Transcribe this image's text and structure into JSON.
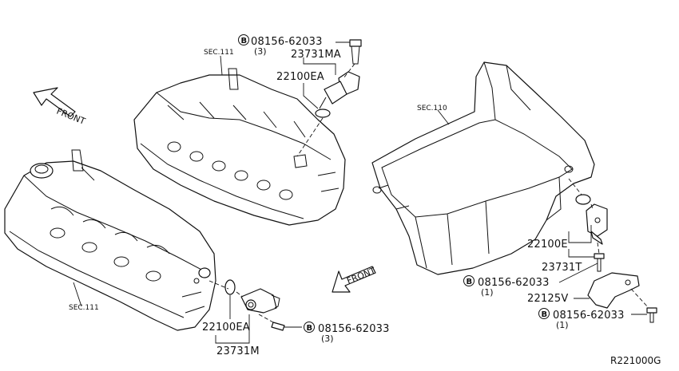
{
  "diagram_id": "R221000G",
  "front_arrows": [
    {
      "label": "FRONT"
    },
    {
      "label": "FRONT"
    }
  ],
  "section_refs": {
    "upper_head": "SEC.111",
    "lower_head": "SEC.111",
    "oil_pan": "SEC.110"
  },
  "callouts": {
    "top_bolt": {
      "marker": "B",
      "part": "08156-62033",
      "qty": "(3)"
    },
    "top_sensor": "23731MA",
    "top_oring_sensor": "22100EA",
    "bottom_sensor_group": "22100EA",
    "bottom_sensor": "23731M",
    "bottom_bolt": {
      "marker": "B",
      "part": "08156-62033",
      "qty": "(3)"
    },
    "right_sensor_group": "22100E",
    "right_sensor": "23731T",
    "right_bolt": {
      "marker": "B",
      "part": "08156-62033",
      "qty": "(1)"
    },
    "bracket": "22125V",
    "bracket_bolt": {
      "marker": "B",
      "part": "08156-62033",
      "qty": "(1)"
    }
  }
}
